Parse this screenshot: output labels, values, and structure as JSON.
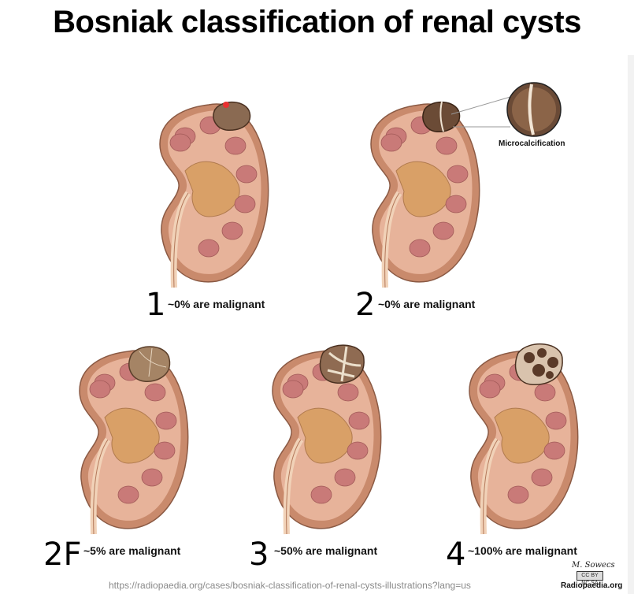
{
  "title": "Bosniak classification of renal cysts",
  "callout": "Microcalcification",
  "panels": [
    {
      "grade": "1",
      "percent": "~0% are malignant"
    },
    {
      "grade": "2",
      "percent": "~0% are malignant"
    },
    {
      "grade": "2F",
      "percent": "~5% are malignant"
    },
    {
      "grade": "3",
      "percent": "~50% are malignant"
    },
    {
      "grade": "4",
      "percent": "~100% are malignant"
    }
  ],
  "footer_url": "https://radiopaedia.org/cases/bosniak-classification-of-renal-cysts-illustrations?lang=us",
  "logo": {
    "signature": "M. Sowecs",
    "cc": "CC BY NC SA",
    "name": "Radiopaedia.org"
  },
  "colors": {
    "kidney_outer": "#c98a6c",
    "cortex": "#e7b39a",
    "pyramid": "#c97a78",
    "sinus": "#d9a067",
    "cyst": "#8a6a52"
  }
}
